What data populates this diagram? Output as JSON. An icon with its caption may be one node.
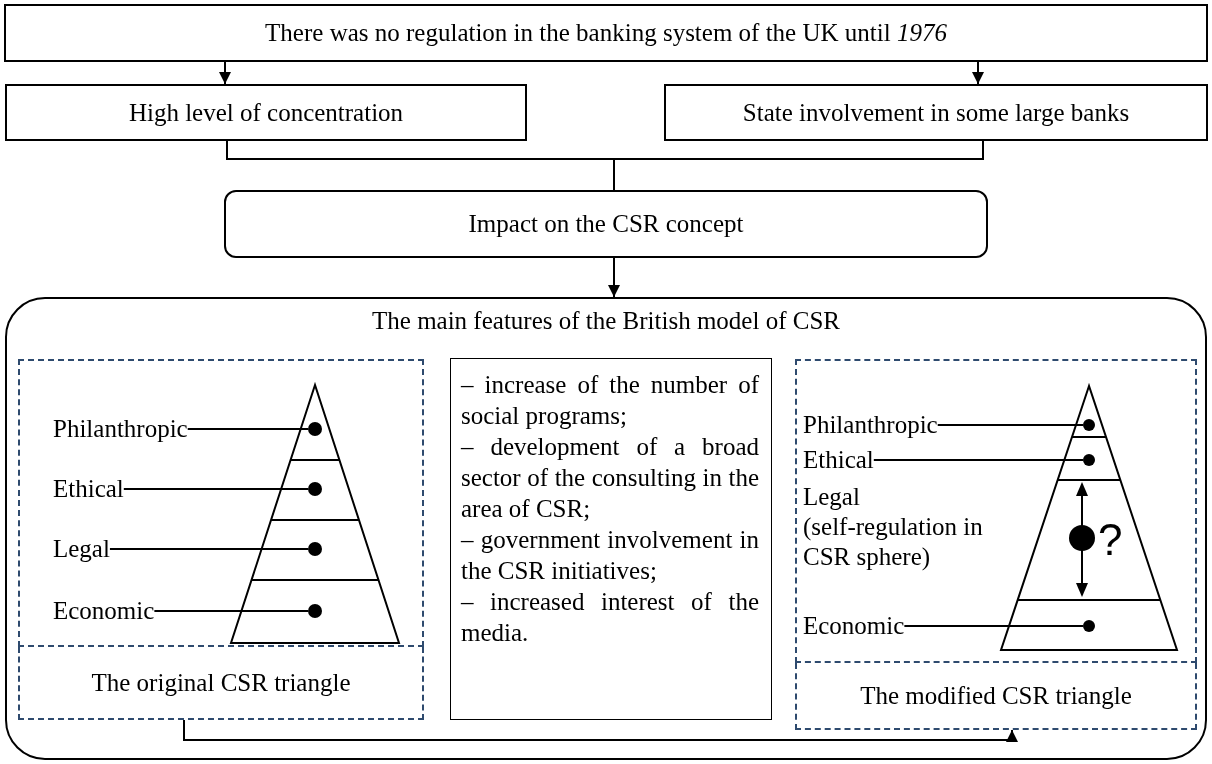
{
  "diagram": {
    "nodes": [
      {
        "text": [
          "There was no regulation in the banking system of the UK until *1976*"
        ]
      },
      {
        "text": [
          "High level of concentration"
        ]
      },
      {
        "text": [
          "State involvement in some large banks"
        ]
      },
      {
        "text": [
          "Impact on the CSR concept"
        ]
      },
      {
        "text": [
          "The main features of the British model of CSR"
        ]
      },
      {
        "text": [],
        "shape": "box",
        "in": 4
      },
      {
        "text": [
          "Philanthropic"
        ],
        "in": 5
      },
      {
        "text": [],
        "shape": "circle",
        "in": 5
      },
      {
        "text": [
          "Ethical"
        ],
        "in": 5
      },
      {
        "text": [],
        "shape": "circle",
        "in": 5
      },
      {
        "text": [
          "Legal"
        ],
        "in": 5
      },
      {
        "text": [],
        "shape": "circle",
        "in": 5
      },
      {
        "text": [
          "Economic"
        ],
        "in": 5
      },
      {
        "text": [],
        "shape": "circle",
        "in": 5
      },
      {
        "text": [
          "The original CSR triangle"
        ],
        "in": 4
      },
      {
        "text": [
          "– increase of the number of social programs;",
          "– development of a broad sector of the consulting in the area of CSR;",
          "– government involvement in the CSR initiatives;",
          "– increased interest of the media."
        ],
        "in": 4
      },
      {
        "text": [],
        "shape": "box",
        "in": 4
      },
      {
        "text": [
          "Philanthropic"
        ],
        "in": 16
      },
      {
        "text": [],
        "shape": "circle",
        "in": 16
      },
      {
        "text": [
          "Ethical"
        ],
        "in": 16
      },
      {
        "text": [],
        "shape": "circle",
        "in": 16
      },
      {
        "text": [
          "Legal",
          "(self-regulation in CSR sphere)"
        ],
        "in": 16
      },
      {
        "text": [
          "Economic"
        ],
        "in": 16
      },
      {
        "text": [],
        "shape": "circle",
        "in": 16
      },
      {
        "text": [
          "The modified CSR triangle"
        ],
        "in": 4
      }
    ],
    "edges": [
      {
        "from": 0,
        "to": 1,
        "arrow": "to"
      },
      {
        "from": 0,
        "to": 2,
        "arrow": "to"
      },
      {
        "from": 1,
        "to": 3,
        "arrow": "none"
      },
      {
        "from": 2,
        "to": 3,
        "arrow": "none"
      },
      {
        "from": 3,
        "to": 4,
        "arrow": "to"
      },
      {
        "from": 6,
        "to": 7,
        "arrow": "none"
      },
      {
        "from": 8,
        "to": 9,
        "arrow": "none"
      },
      {
        "from": 10,
        "to": 11,
        "arrow": "none"
      },
      {
        "from": 12,
        "to": 13,
        "arrow": "none"
      },
      {
        "from": 17,
        "to": 18,
        "arrow": "none"
      },
      {
        "from": 19,
        "to": 20,
        "arrow": "none"
      },
      {
        "from": 22,
        "to": 23,
        "arrow": "none"
      },
      {
        "from": 14,
        "to": 24,
        "arrow": "to"
      }
    ],
    "labels": [
      "?"
    ]
  }
}
